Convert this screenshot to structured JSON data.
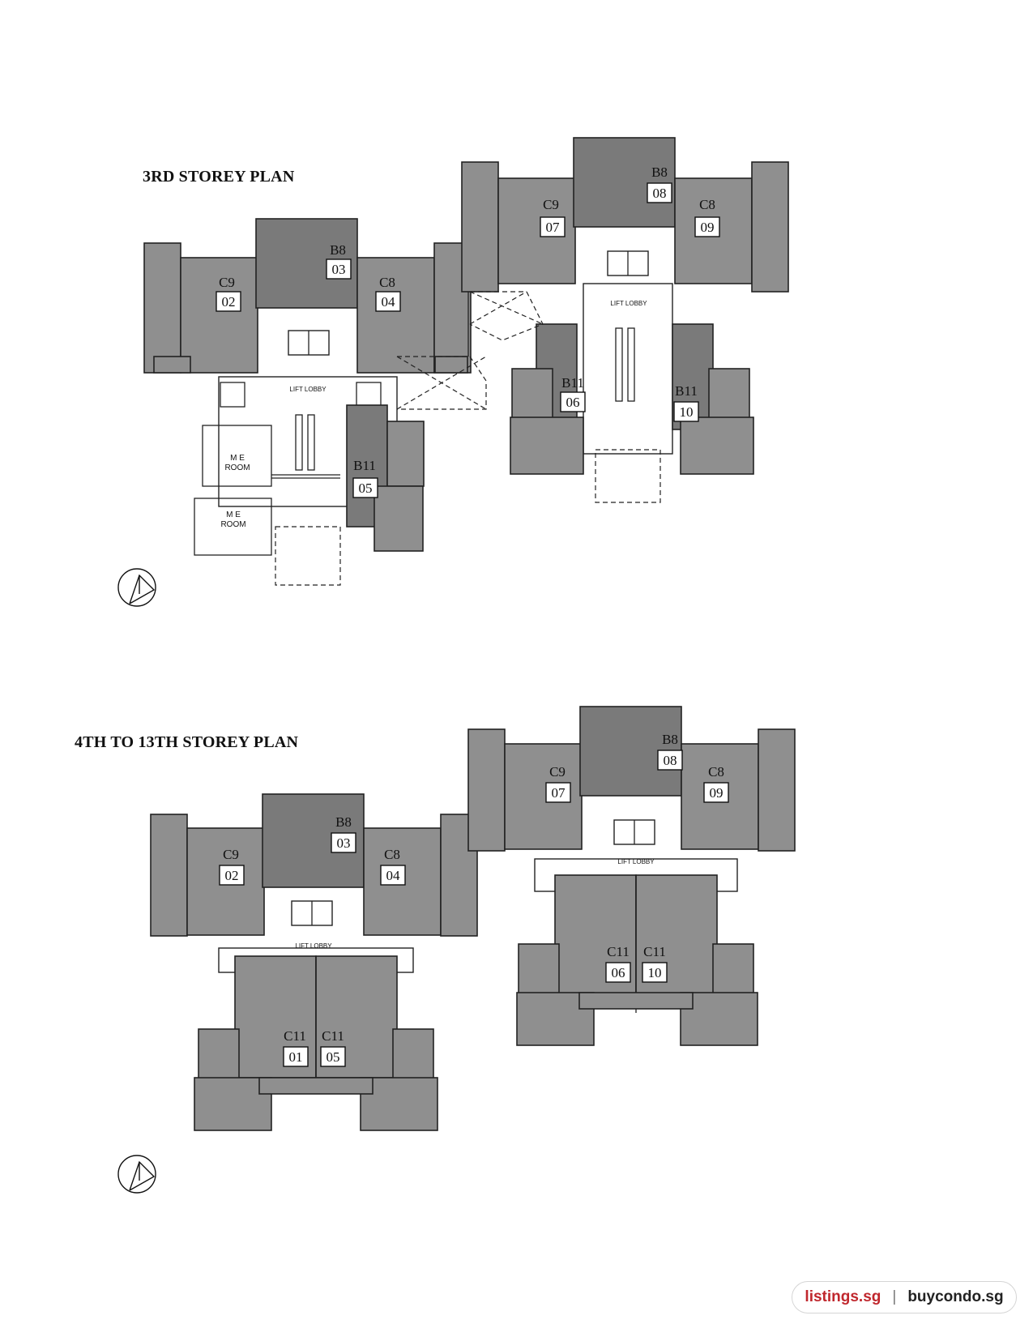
{
  "plans": [
    {
      "title": "3RD STOREY PLAN",
      "lift_lobby_left": "LIFT LOBBY",
      "lift_lobby_right": "LIFT LOBBY",
      "me_room_1": [
        "M E",
        "ROOM"
      ],
      "me_room_2": [
        "M E",
        "ROOM"
      ],
      "units": [
        {
          "type": "C9",
          "no": "02"
        },
        {
          "type": "B8",
          "no": "03"
        },
        {
          "type": "C8",
          "no": "04"
        },
        {
          "type": "B11",
          "no": "05"
        },
        {
          "type": "C9",
          "no": "07"
        },
        {
          "type": "B8",
          "no": "08"
        },
        {
          "type": "C8",
          "no": "09"
        },
        {
          "type": "B11",
          "no": "06"
        },
        {
          "type": "B11",
          "no": "10"
        }
      ]
    },
    {
      "title": "4TH TO 13TH STOREY PLAN",
      "lift_lobby_left": "LIFT LOBBY",
      "lift_lobby_right": "LIFT LOBBY",
      "units": [
        {
          "type": "C9",
          "no": "02"
        },
        {
          "type": "B8",
          "no": "03"
        },
        {
          "type": "C8",
          "no": "04"
        },
        {
          "type": "C11",
          "no": "01"
        },
        {
          "type": "C11",
          "no": "05"
        },
        {
          "type": "C9",
          "no": "07"
        },
        {
          "type": "B8",
          "no": "08"
        },
        {
          "type": "C8",
          "no": "09"
        },
        {
          "type": "C11",
          "no": "06"
        },
        {
          "type": "C11",
          "no": "10"
        }
      ]
    }
  ],
  "footer": {
    "brand1": "listings.sg",
    "separator": "|",
    "brand2": "buycondo.sg"
  }
}
